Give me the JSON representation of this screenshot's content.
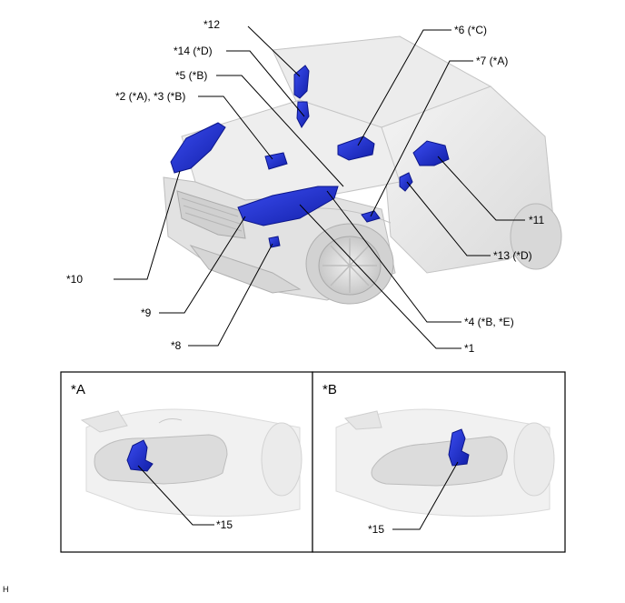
{
  "callouts": {
    "c12": "*12",
    "c14": "*14 (*D)",
    "c5": "*5 (*B)",
    "c2_3": "*2 (*A), *3 (*B)",
    "c6": "*6 (*C)",
    "c7": "*7 (*A)",
    "c10": "*10",
    "c9": "*9",
    "c8": "*8",
    "c11": "*11",
    "c13": "*13 (*D)",
    "c4": "*4 (*B, *E)",
    "c1": "*1"
  },
  "panels": {
    "a": {
      "title": "*A",
      "callout": "*15"
    },
    "b": {
      "title": "*B",
      "callout": "*15"
    }
  },
  "footer": {
    "code": "H"
  },
  "colors": {
    "highlight": "#1f2fd6",
    "highlight_dark": "#0e1a9a",
    "vehicle": "#e6e6e6",
    "vehicle_line": "#bdbdbd",
    "leader": "#000000"
  }
}
